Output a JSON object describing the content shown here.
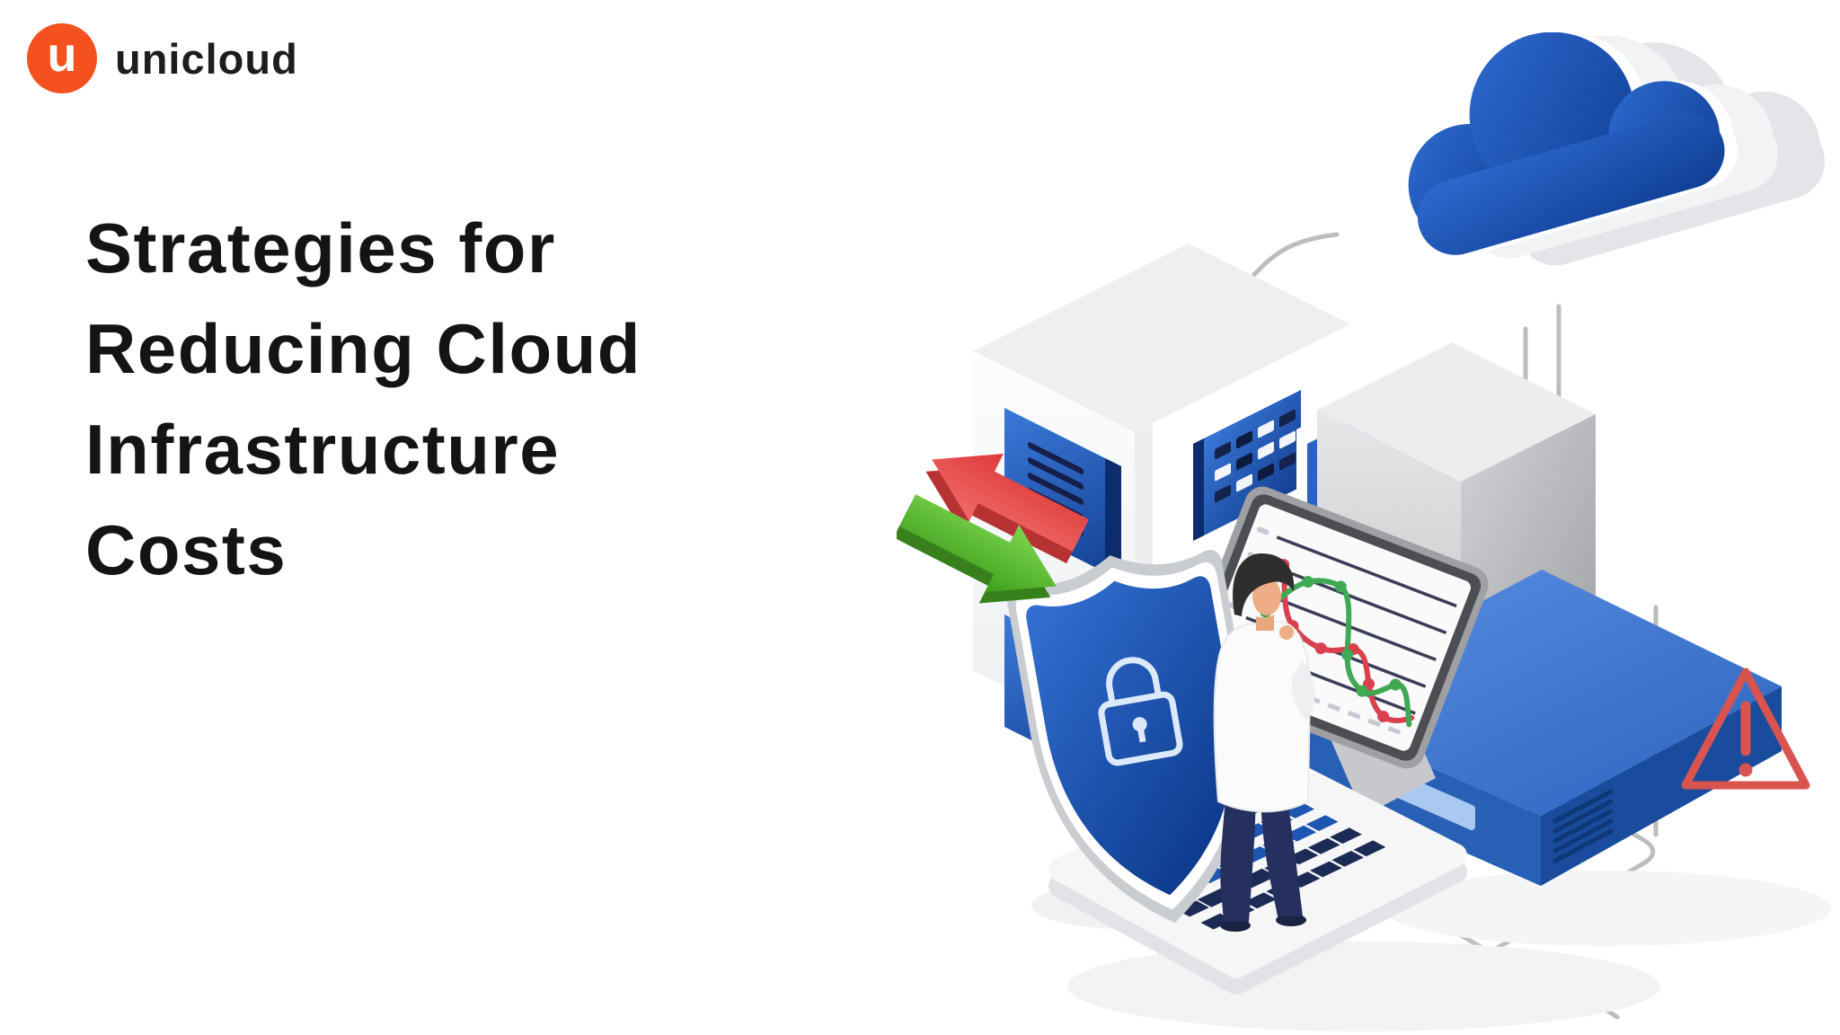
{
  "brand": {
    "logo_letter": "u",
    "logo_name": "unicloud",
    "logo_color": "#F4511E"
  },
  "headline": {
    "lines": [
      "Strategies for",
      "Reducing Cloud",
      "Infrastructure",
      "Costs"
    ],
    "color": "#141414"
  },
  "illustration": {
    "icons": [
      "cloud-icon",
      "cable-lines",
      "server-tower",
      "server-panel-striped",
      "server-panel-dots",
      "server-cube",
      "desk-unit",
      "monitor-chart",
      "line-chart",
      "shield-lock-icon",
      "keyboard",
      "person-engineer",
      "transfer-arrow-left",
      "transfer-arrow-right",
      "warning-icon"
    ],
    "colors": {
      "primary_blue": "#1E56B4",
      "light_blue": "#4D86DB",
      "dark_navy": "#1B2B55",
      "arrow_red": "#E04848",
      "arrow_green": "#4FB32A",
      "warning_red": "#D9534F",
      "metal_gray": "#C4C4C4",
      "cable_gray": "#BDBDBD"
    },
    "monitor_chart": {
      "type": "line",
      "series": [
        {
          "name": "red-line",
          "color": "#D9414E"
        },
        {
          "name": "green-line",
          "color": "#3FA953"
        }
      ]
    }
  }
}
